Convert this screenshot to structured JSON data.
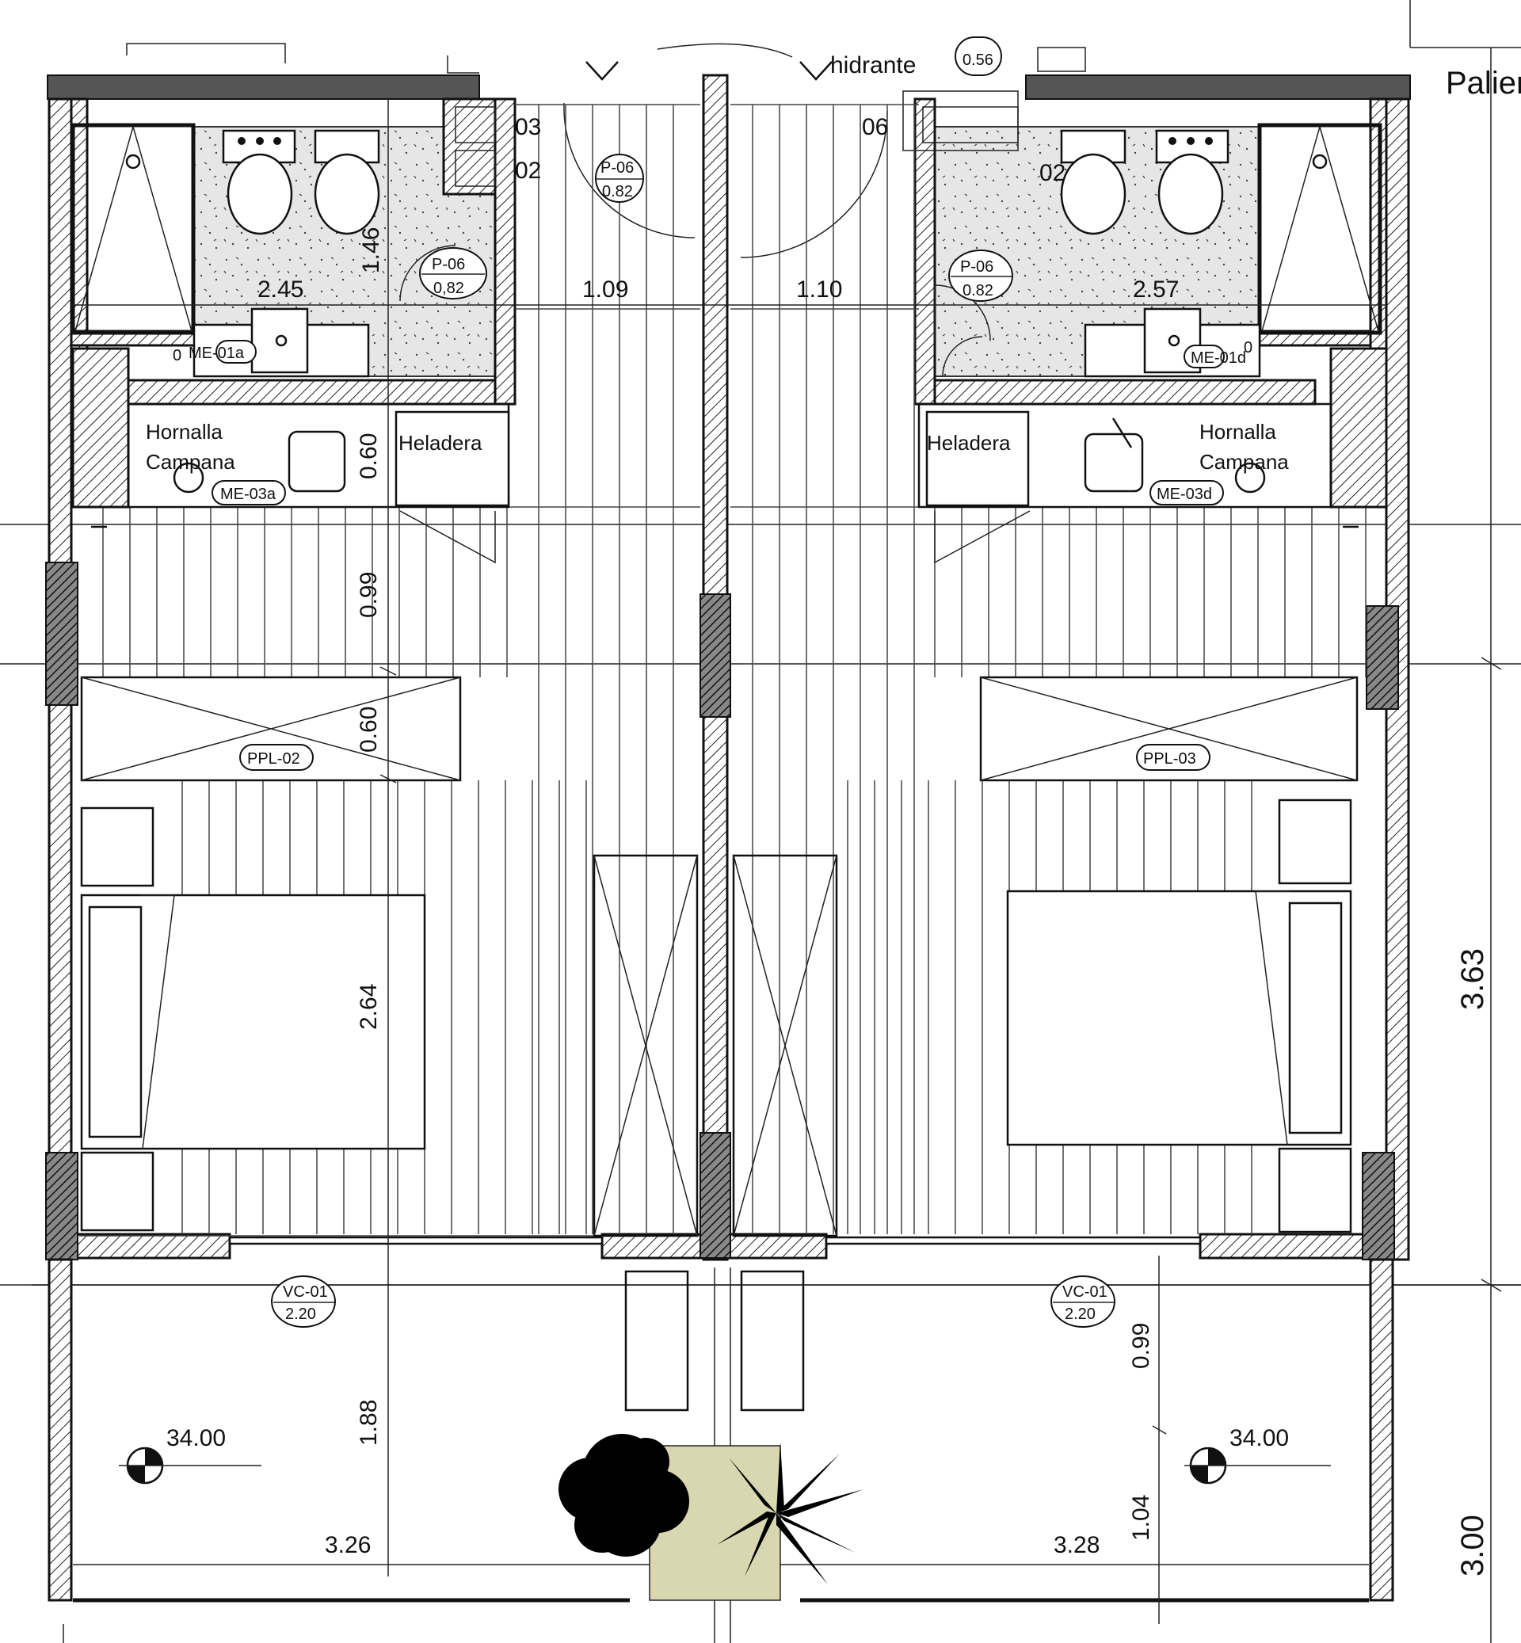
{
  "plan": {
    "top_labels": {
      "hydrant": "hidrante",
      "hydrant_dim": "0.56",
      "landing": "Palier"
    },
    "stair_numbers": {
      "left_03": "03",
      "left_02": "02",
      "right_06": "06",
      "right_02": "02"
    },
    "doors": {
      "entry_left": {
        "code": "P-06",
        "width": "0.82"
      },
      "bath_left": {
        "code": "P-06",
        "width": "0,82"
      },
      "bath_right": {
        "code": "P-06",
        "width": "0.82"
      }
    },
    "dimensions": {
      "bath_left_width": "2.45",
      "bath_left_depth": "1.46",
      "hall_left": "1.09",
      "hall_right": "1.10",
      "bath_right_width": "2.57",
      "kitchen_depth": "0.60",
      "aisle_depth": "0.99",
      "wardrobe_depth": "0.60",
      "bed_length": "2.64",
      "room_depth": "3.63",
      "balcony_depth_left": "1.88",
      "balcony_width_left": "3.26",
      "balcony_width_right": "3.28",
      "balcony_upper_right": "0.99",
      "balcony_lower_right": "1.04",
      "balcony_depth_total": "3.00"
    },
    "furniture_codes": {
      "vanity_left": "ME-01a",
      "vanity_left_prefix": "0",
      "vanity_right": "ME-01d",
      "vanity_right_suffix": "0",
      "kitchen_left": "ME-03a",
      "kitchen_right": "ME-03d",
      "wardrobe_left": "PPL-02",
      "wardrobe_right": "PPL-03",
      "window_left": {
        "code": "VC-01",
        "height": "2.20"
      },
      "window_right": {
        "code": "VC-01",
        "height": "2.20"
      }
    },
    "kitchen_labels": {
      "left_cooktop": "Hornalla",
      "left_hood": "Campana",
      "left_fridge": "Heladera",
      "right_fridge": "Heladera",
      "right_cooktop": "Hornalla",
      "right_hood": "Campana"
    },
    "levels": {
      "left": "34.00",
      "right": "34.00"
    },
    "colors": {
      "bath_tile": "#e6e6e6",
      "plant_patch": "#d9d7b0",
      "solid_wall": "#555555"
    }
  }
}
